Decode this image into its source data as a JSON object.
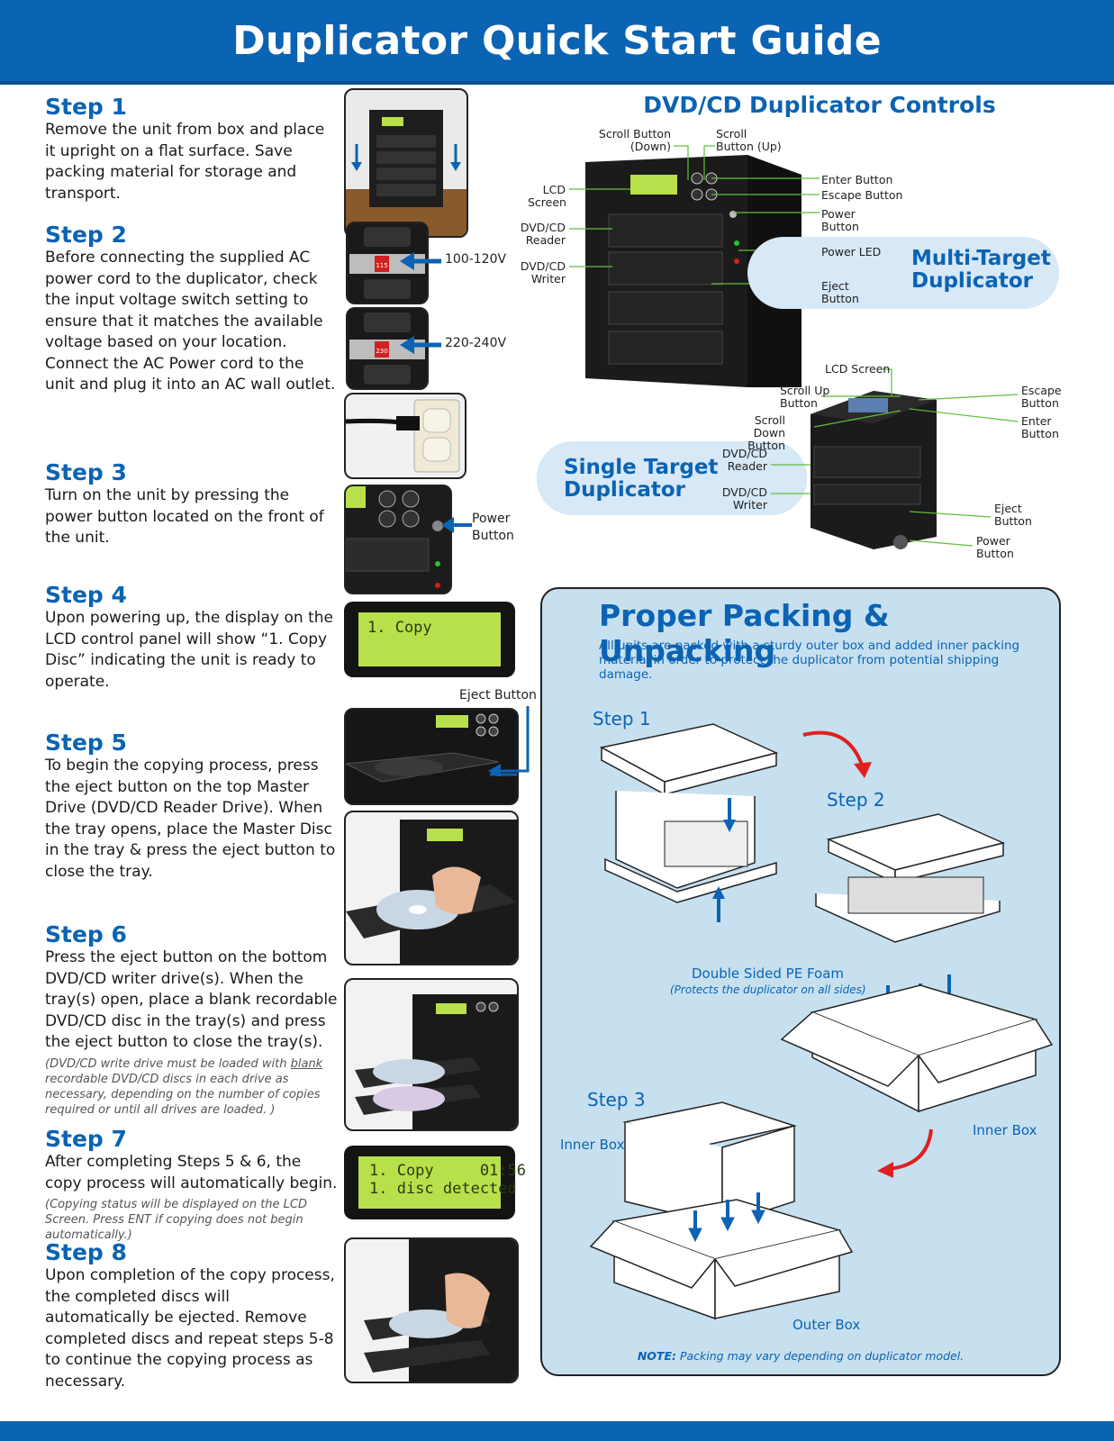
{
  "title": "Duplicator Quick Start Guide",
  "steps": [
    {
      "title": "Step 1",
      "text": "Remove the unit from box and place it upright on a flat surface.  Save packing material for storage and transport."
    },
    {
      "title": "Step 2",
      "text": "Before connecting the supplied AC power cord to the duplicator, check the input voltage switch setting to ensure that it matches the available voltage based on your location. Connect the AC Power cord to the unit and plug it into an AC wall outlet."
    },
    {
      "title": "Step 3",
      "text": "Turn on the unit by pressing the power button located on the front of the unit."
    },
    {
      "title": "Step 4",
      "text": "Upon powering up, the display on the LCD control panel will show  “1. Copy Disc”  indicating the unit is ready to operate."
    },
    {
      "title": "Step 5",
      "text": "To begin the copying process, press the eject button on the top Master Drive (DVD/CD Reader Drive).  When the tray opens, place the Master Disc in the tray & press the eject button to close the tray."
    },
    {
      "title": "Step 6",
      "text": "Press the eject button on the bottom DVD/CD writer drive(s). When the tray(s) open, place a blank recordable DVD/CD disc in the tray(s) and press the eject button to close the tray(s).",
      "note_pre": "(DVD/CD write drive must be loaded with ",
      "note_blank": "blank",
      "note_post": " recordable DVD/CD discs in each drive as necessary, depending on the number of copies required or until all drives are loaded. )"
    },
    {
      "title": "Step 7",
      "text": "After completing Steps 5 & 6, the copy process will automatically begin.",
      "note": "(Copying status will be displayed on the LCD Screen. Press ENT if copying does not begin automatically.)"
    },
    {
      "title": "Step 8",
      "text": "Upon completion of the copy process, the completed discs will automatically be ejected.  Remove completed discs and repeat steps 5-8 to continue the copying process as necessary."
    }
  ],
  "voltage_labels": [
    "100-120V",
    "220-240V"
  ],
  "switch_values": [
    "115",
    "230"
  ],
  "power_button_label": "Power Button",
  "eject_button_label": "Eject Button",
  "lcd_step4": "1. Copy",
  "lcd_step7": [
    "1. Copy     01:56",
    "1. disc detected"
  ],
  "controls": {
    "heading": "DVD/CD Duplicator Controls",
    "multi": {
      "name": "Multi-Target Duplicator",
      "scroll_down": "Scroll Button (Down)",
      "scroll_up": "Scroll Button (Up)",
      "lcd": "LCD Screen",
      "reader": "DVD/CD Reader",
      "writer": "DVD/CD Writer",
      "enter": "Enter Button",
      "escape": "Escape Button",
      "power": "Power Button",
      "power_led": "Power LED",
      "eject": "Eject Button"
    },
    "single": {
      "name": "Single Target Duplicator",
      "lcd": "LCD Screen",
      "scroll_up": "Scroll Up Button",
      "scroll_down": "Scroll Down Button",
      "reader": "DVD/CD Reader",
      "writer": "DVD/CD Writer",
      "escape": "Escape Button",
      "enter": "Enter Button",
      "eject": "Eject Button",
      "power": "Power Button"
    }
  },
  "packing": {
    "heading": "Proper Packing & Unpacking",
    "intro": "All units are packed with a sturdy outer box and added inner packing material in order to protect the duplicator from potential shipping damage.",
    "step1": "Step 1",
    "step2": "Step 2",
    "step3": "Step 3",
    "foam": "Double Sided PE Foam",
    "foam_note": "(Protects the duplicator on all sides)",
    "inner_box": "Inner Box",
    "outer_box": "Outer Box",
    "note_label": "NOTE:",
    "note": " Packing may vary depending on duplicator model."
  },
  "colors": {
    "brand_blue": "#0b63b3",
    "panel_blue": "#c7e0ef",
    "pill_blue": "#d7e8f6",
    "lcd_green": "#b8e04a",
    "arrow_red": "#e02020"
  }
}
